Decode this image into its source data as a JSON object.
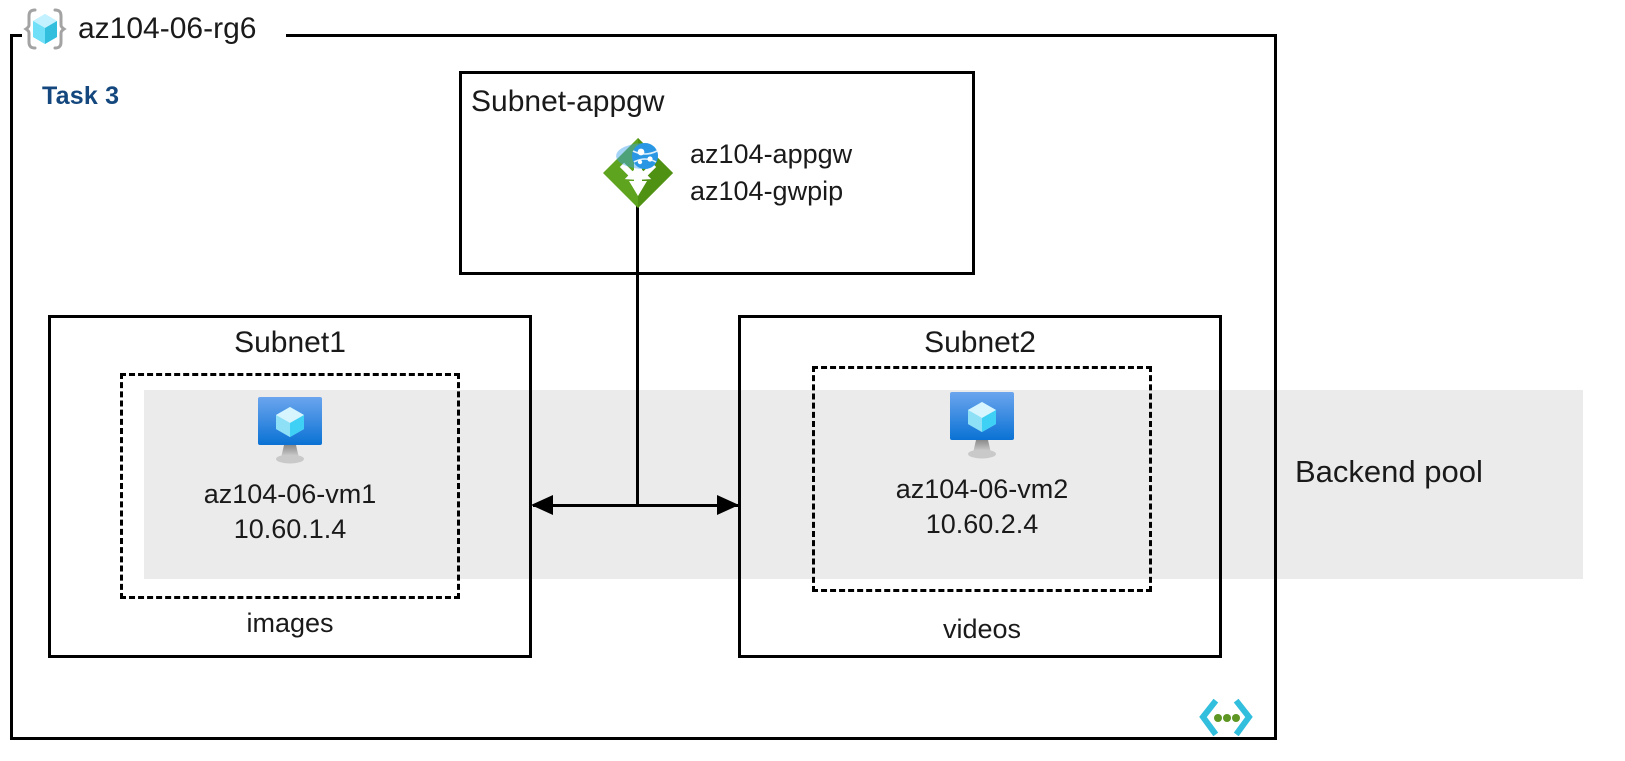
{
  "diagram": {
    "resource_group": {
      "name": "az104-06-rg6",
      "icon": "resource-group-cube-icon"
    },
    "task_label": "Task 3",
    "accent_colors": {
      "task_text": "#14477d",
      "backend_band": "#ebebeb",
      "appgw_green": "#59a618",
      "vm_blue": "#0078d4",
      "rg_cube_cyan": "#50e6ff",
      "code_badge_cyan": "#32bedd",
      "code_badge_green": "#5e9624",
      "border_black": "#000000"
    },
    "subnets": [
      {
        "id": "subnet-appgw",
        "title": "Subnet-appgw",
        "title_align": "left",
        "resources": [
          {
            "icon": "application-gateway-icon",
            "lines": [
              "az104-appgw",
              "az104-gwpip"
            ]
          }
        ]
      },
      {
        "id": "subnet1",
        "title": "Subnet1",
        "title_align": "center",
        "footer": "images",
        "vm": {
          "icon": "virtual-machine-icon",
          "name": "az104-06-vm1",
          "ip": "10.60.1.4"
        }
      },
      {
        "id": "subnet2",
        "title": "Subnet2",
        "title_align": "center",
        "footer": "videos",
        "vm": {
          "icon": "virtual-machine-icon",
          "name": "az104-06-vm2",
          "ip": "10.60.2.4"
        }
      }
    ],
    "backend_pool": {
      "label": "Backend pool"
    },
    "badges": [
      {
        "id": "code-badge",
        "icon": "code-ellipsis-icon"
      }
    ],
    "connectors": [
      {
        "id": "appgw-to-bus",
        "type": "line",
        "orientation": "vertical"
      },
      {
        "id": "subnet1-subnet2-bus",
        "type": "double-arrow",
        "orientation": "horizontal"
      }
    ]
  }
}
